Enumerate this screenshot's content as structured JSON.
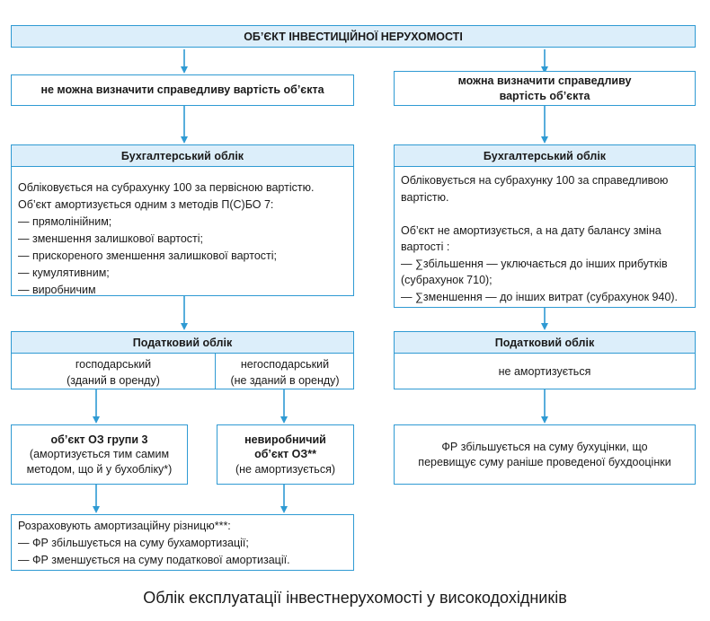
{
  "colors": {
    "accent": "#2f9ad3",
    "header_fill": "#dceefa"
  },
  "title": "ОБ’ЄКТ ІНВЕСТИЦІЙНОЇ НЕРУХОМОСТІ",
  "left": {
    "condition": "не можна визначити справедливу вартість об’єкта",
    "accounting": {
      "header": "Бухгалтерський облік",
      "lines": [
        "Обліковується на субрахунку 100 за первісною вартістю.",
        "Об’єкт амортизується одним з методів П(С)БО 7:",
        "— прямолінійним;",
        "— зменшення залишкової вартості;",
        "— прискореного зменшення залишкової вартості;",
        "— кумулятивним;",
        "— виробничим"
      ]
    },
    "tax": {
      "header": "Податковий облік",
      "branch_a": {
        "line1": "господарський",
        "line2": "(зданий в оренду)"
      },
      "branch_b": {
        "line1": "негосподарський",
        "line2": "(не зданий в оренду)"
      }
    },
    "result_a": {
      "line1": "об’єкт ОЗ групи 3",
      "line2": "(амортизується тим самим",
      "line3": "методом, що й у бухобліку*)"
    },
    "result_b": {
      "line1": "невиробничий",
      "line2": "об’єкт ОЗ**",
      "line3": "(не амортизується)"
    },
    "final": {
      "lines": [
        "Розраховують амортизаційну різницю***:",
        "— ФР збільшується на суму бухамортизації;",
        "— ФР зменшується на суму податкової амортизації."
      ]
    }
  },
  "right": {
    "condition": {
      "line1": "можна визначити справедливу",
      "line2": "вартість об’єкта"
    },
    "accounting": {
      "header": "Бухгалтерський облік",
      "lines": [
        "Обліковується на субрахунку 100 за справедливою",
        "вартістю.",
        "",
        "Об’єкт не амортизується, а на дату балансу зміна",
        "вартості :",
        "— ∑збільшення — уключається до інших прибутків",
        "(субрахунок 710);",
        "— ∑зменшення — до інших витрат (субрахунок 940)."
      ]
    },
    "tax": {
      "header": "Податковий облік",
      "body": "не амортизується"
    },
    "result": {
      "line1": "ФР збільшується на суму бухуцінки, що",
      "line2": "перевищує суму раніше проведеної бухдооцінки"
    }
  },
  "caption": "Облік експлуатації інвестнерухомості у високодохідників"
}
